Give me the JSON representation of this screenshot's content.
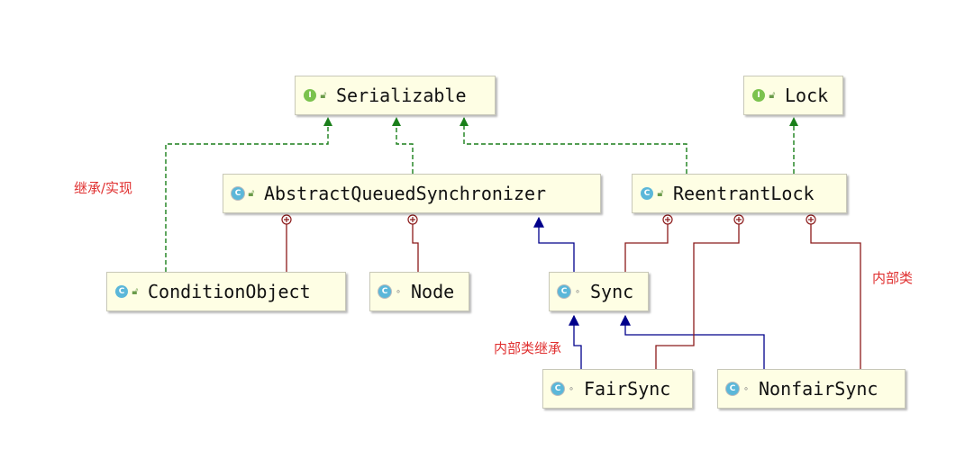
{
  "nodes": {
    "serializable": {
      "label": "Serializable",
      "kind": "I"
    },
    "lock": {
      "label": "Lock",
      "kind": "I"
    },
    "aqs": {
      "label": "AbstractQueuedSynchronizer",
      "kind": "C"
    },
    "reentrantlock": {
      "label": "ReentrantLock",
      "kind": "C"
    },
    "conditionobject": {
      "label": "ConditionObject",
      "kind": "C"
    },
    "node": {
      "label": "Node",
      "kind": "C"
    },
    "sync": {
      "label": "Sync",
      "kind": "C"
    },
    "fairsync": {
      "label": "FairSync",
      "kind": "C"
    },
    "nonfairsync": {
      "label": "NonfairSync",
      "kind": "C"
    }
  },
  "notes": {
    "inherit_implement": "继承/实现",
    "inner_class": "内部类",
    "inner_class_inherit": "内部类继承"
  },
  "colors": {
    "implements": "#1a7f1a",
    "extends": "#00008b",
    "inner": "#8b1a1a",
    "note": "#e03030"
  }
}
